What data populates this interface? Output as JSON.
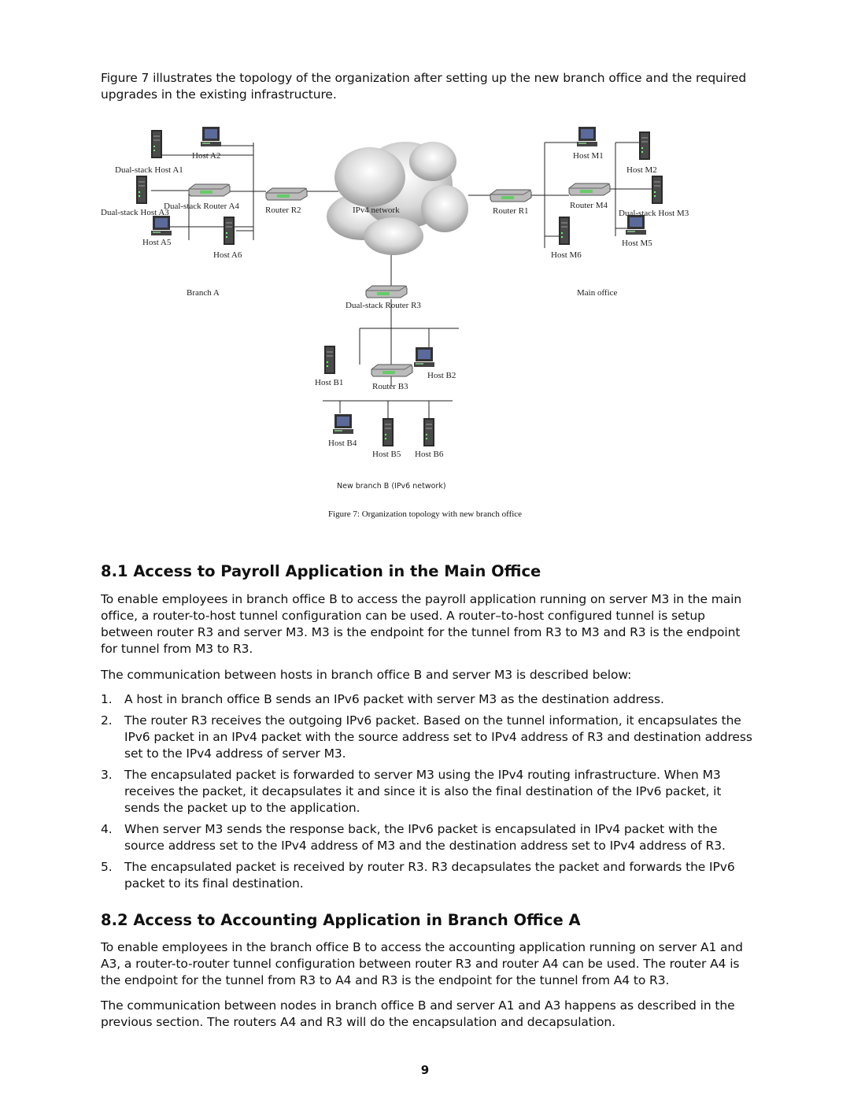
{
  "intro": "Figure 7 illustrates the topology of the organization after setting up the new branch office and the required upgrades in the existing infrastructure.",
  "diagram": {
    "labels": {
      "host_a1": "Dual-stack Host A1",
      "host_a2": "Host A2",
      "router_a4": "Dual-stack Router A4",
      "host_a3": "Dual-stack Host A3",
      "host_a5": "Host A5",
      "host_a6": "Host A6",
      "router_r2": "Router R2",
      "ipv4_network": "IPv4 network",
      "router_r1": "Router R1",
      "host_m1": "Host M1",
      "host_m2": "Host M2",
      "router_m4": "Router M4",
      "host_m3": "Dual-stack Host M3",
      "host_m5": "Host M5",
      "host_m6": "Host M6",
      "branch_a": "Branch A",
      "main_office": "Main office",
      "router_r3": "Dual-stack Router R3",
      "host_b1": "Host B1",
      "host_b2": "Host B2",
      "router_b3": "Router B3",
      "host_b4": "Host B4",
      "host_b5": "Host B5",
      "host_b6": "Host B6",
      "branch_b": "New branch B (IPv6 network)"
    },
    "caption": "Figure 7: Organization topology with new branch office"
  },
  "section_81": {
    "title": "8.1 Access to Payroll Application in the Main Office",
    "p1": "To enable employees in branch office B to access the payroll application running on server M3 in the main office, a router-to-host tunnel configuration can be used. A router–to-host configured tunnel is setup between router R3 and server M3. M3 is the endpoint for the tunnel from R3 to M3 and R3 is the endpoint for tunnel from M3 to R3.",
    "p2": "The communication between hosts in branch office B and server M3 is described below:",
    "steps": [
      {
        "num": "1.",
        "text": "A host in branch office B sends an IPv6 packet with server M3 as the destination address."
      },
      {
        "num": "2.",
        "text": "The router R3 receives the outgoing IPv6 packet. Based on the tunnel information, it encapsulates the IPv6 packet in an IPv4 packet with the source address set to IPv4 address of R3 and destination address set to the IPv4 address of server M3."
      },
      {
        "num": "3.",
        "text": "The encapsulated packet is forwarded to server M3 using the IPv4 routing infrastructure. When M3 receives the packet, it decapsulates it and since it is also the final destination of the IPv6 packet, it sends the packet up to the application."
      },
      {
        "num": "4.",
        "text": "When server M3 sends the response back, the IPv6 packet is encapsulated in IPv4 packet with the source address set to the IPv4 address of M3 and the destination address set to IPv4 address of R3."
      },
      {
        "num": "5.",
        "text": "The encapsulated packet is received by router R3. R3 decapsulates the packet and forwards the IPv6 packet to its final destination."
      }
    ]
  },
  "section_82": {
    "title": "8.2 Access to Accounting Application in Branch Office A",
    "p1": "To enable employees in the branch office B to access the accounting application running on server A1 and A3, a router-to-router tunnel configuration between router R3 and router A4 can be used. The router A4 is the endpoint for the tunnel from R3 to A4 and R3 is the endpoint for the tunnel from A4 to R3.",
    "p2": "The communication between nodes in branch office B and server A1 and A3 happens as described in the previous section. The routers A4 and R3 will do the encapsulation and decapsulation."
  },
  "page_number": "9"
}
